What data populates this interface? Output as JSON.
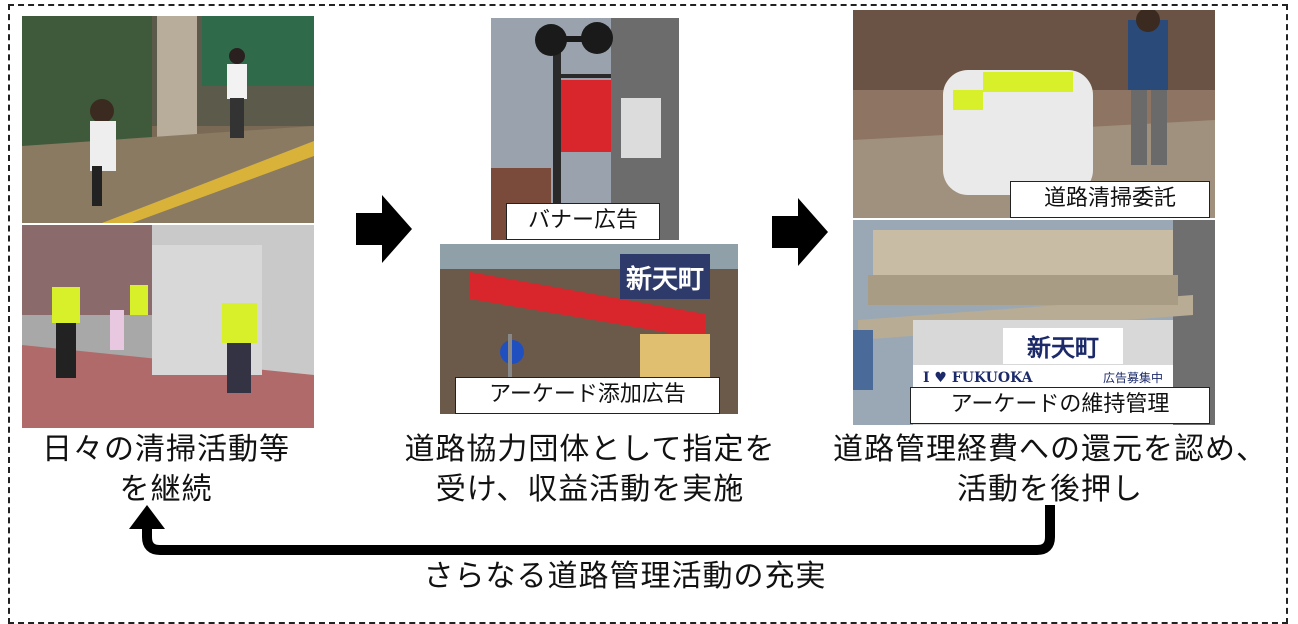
{
  "step1": {
    "text_line1": "日々の清掃活動等",
    "text_line2": "を継続"
  },
  "step2": {
    "photo_top_caption": "バナー広告",
    "photo_bottom_caption": "アーケード添加広告",
    "text_line1": "道路協力団体として指定を",
    "text_line2": "受け、収益活動を実施"
  },
  "step3": {
    "photo_top_caption": "道路清掃委託",
    "photo_bottom_caption": "アーケードの維持管理",
    "text_line1": "道路管理経費への還元を認め、",
    "text_line2": "活動を後押し"
  },
  "photo_signage": {
    "arcade_sign": "新天町",
    "fukuoka_banner": "I ♥ FUKUOKA",
    "ad_recruit": "広告募集中"
  },
  "feedback": {
    "label": "さらなる道路管理活動の充実"
  },
  "colors": {
    "arrow": "#000000",
    "banner_red": "#d8262c",
    "vest_yellow": "#d8f02a"
  }
}
